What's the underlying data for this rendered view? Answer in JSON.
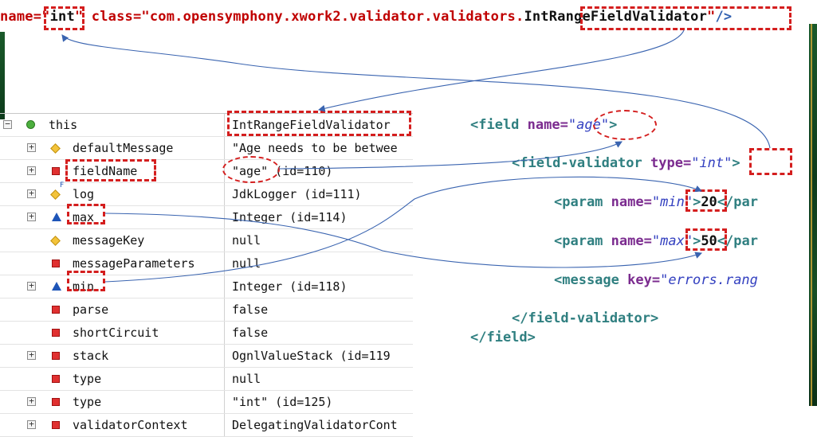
{
  "top_code": {
    "attr_name": "name=",
    "q_open": "\"",
    "name_value": "int",
    "q_close": "\"",
    "attr_class": " class=",
    "class_prefix": "\"com.opensymphony.xwork2.validator.validators.",
    "class_simple": "IntRangeFieldValidator",
    "class_quote": "\"",
    "tag_end": "/>"
  },
  "variables": [
    {
      "label": "this",
      "value": "IntRangeFieldValidator",
      "icon": "green-circle-icon",
      "expander": "minus"
    },
    {
      "label": "defaultMessage",
      "value": "\"Age needs to be betwee",
      "icon": "yellow-diamond-icon",
      "expander": "plus"
    },
    {
      "label": "fieldName",
      "value": "\"age\" (id=110)",
      "icon": "red-square-icon",
      "expander": "plus"
    },
    {
      "label": "log",
      "value": "JdkLogger  (id=111)",
      "icon": "yellow-diamond-icon",
      "expander": "plus",
      "mark": "F"
    },
    {
      "label": "max",
      "value": "Integer  (id=114)",
      "icon": "blue-triangle-icon",
      "expander": "plus"
    },
    {
      "label": "messageKey",
      "value": "null",
      "icon": "yellow-diamond-icon",
      "expander": ""
    },
    {
      "label": "messageParameters",
      "value": "null",
      "icon": "red-square-icon",
      "expander": ""
    },
    {
      "label": "min",
      "value": "Integer  (id=118)",
      "icon": "blue-triangle-icon",
      "expander": "plus"
    },
    {
      "label": "parse",
      "value": "false",
      "icon": "red-square-icon",
      "expander": ""
    },
    {
      "label": "shortCircuit",
      "value": "false",
      "icon": "red-square-icon",
      "expander": ""
    },
    {
      "label": "stack",
      "value": "OgnlValueStack  (id=119",
      "icon": "red-square-icon",
      "expander": "plus"
    },
    {
      "label": "type",
      "value": "null",
      "icon": "red-square-icon",
      "expander": ""
    },
    {
      "label": "type",
      "value": "\"int\" (id=125)",
      "icon": "red-square-icon",
      "expander": "plus"
    },
    {
      "label": "validatorContext",
      "value": "DelegatingValidatorCont",
      "icon": "red-square-icon",
      "expander": "plus"
    }
  ],
  "xml": {
    "field_open": "<field ",
    "field_attr": "name=",
    "q1": "\"",
    "field_name": "age",
    "q2": "\"",
    "field_close": ">",
    "fv_open": "<field-validator ",
    "fv_attr": "type=",
    "q3": "\"",
    "fv_type": "int",
    "q4": "\"",
    "fv_close": ">",
    "p1_open": "<param ",
    "p1_attr": "name=",
    "q5": "\"",
    "p1_name": "min",
    "q6": "\"",
    "p1_gt": ">",
    "p1_val": "20",
    "p1_end": "</par",
    "p2_open": "<param ",
    "p2_attr": "name=",
    "q7": "\"",
    "p2_name": "max",
    "q8": "\"",
    "p2_gt": ">",
    "p2_val": "50",
    "p2_end": "</par",
    "msg_open": "<message ",
    "msg_attr": "key=",
    "msg_val": "\"errors.rang",
    "fv_end": "</field-validator>",
    "field_end": "</field>"
  },
  "colors": {
    "highlight": "#d41e1e",
    "arrow": "#3a64b0",
    "xml_tag": "#2f7f80",
    "xml_attr": "#7b2b8f",
    "xml_string": "#3340c0"
  }
}
